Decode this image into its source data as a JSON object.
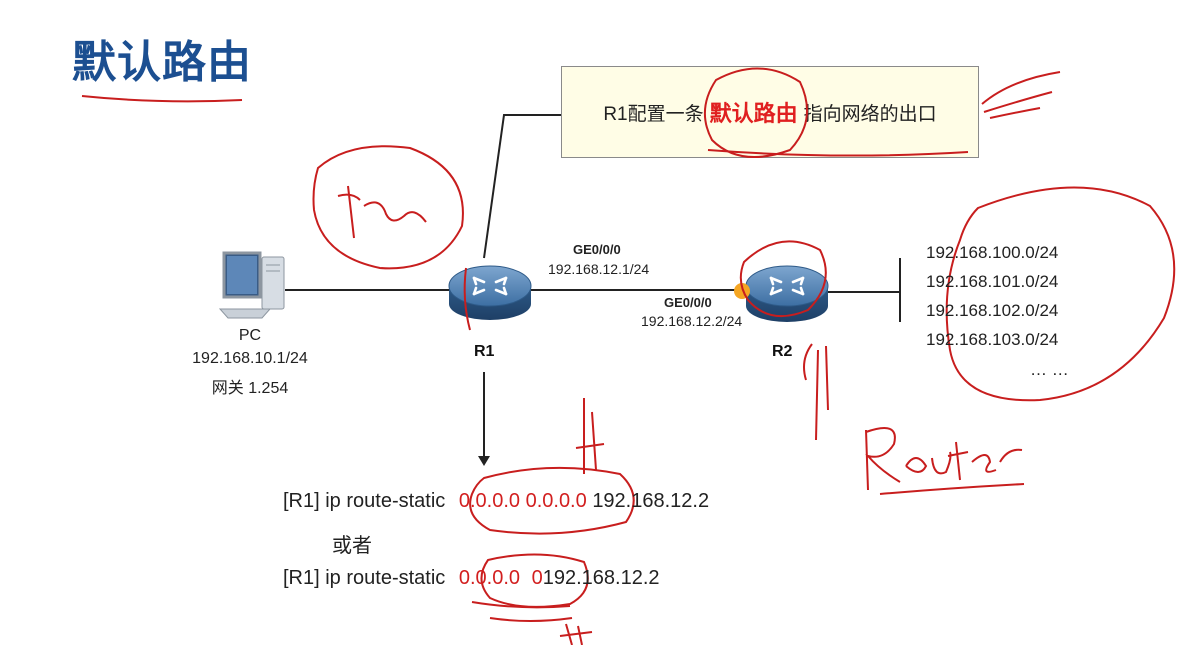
{
  "title": "默认路由",
  "callout": {
    "prefix": "R1配置一条",
    "highlight": "默认路由",
    "suffix": "指向网络的出口"
  },
  "pc": {
    "name": "PC",
    "ip": "192.168.10.1/24",
    "gateway": "网关 1.254"
  },
  "r1": {
    "name": "R1",
    "interface": "GE0/0/0",
    "ip": "192.168.12.1/24"
  },
  "r2": {
    "name": "R2",
    "interface": "GE0/0/0",
    "ip": "192.168.12.2/24"
  },
  "networks": [
    "192.168.100.0/24",
    "192.168.101.0/24",
    "192.168.102.0/24",
    "192.168.103.0/24",
    "… …"
  ],
  "commands": {
    "cmd1": {
      "prefix": "[R1] ip route-static",
      "dest": "0.0.0.0 0.0.0.0",
      "nexthop": "192.168.12.2"
    },
    "or": "或者",
    "cmd2": {
      "prefix": "[R1] ip route-static",
      "dest": "0.0.0.0",
      "mask": "0",
      "nexthop": "192.168.12.2"
    }
  },
  "colors": {
    "title": "#1c4f91",
    "highlight": "#e02020",
    "ink": "#c81e1e",
    "router": "#3d6fa3",
    "port": "#f5a623"
  }
}
